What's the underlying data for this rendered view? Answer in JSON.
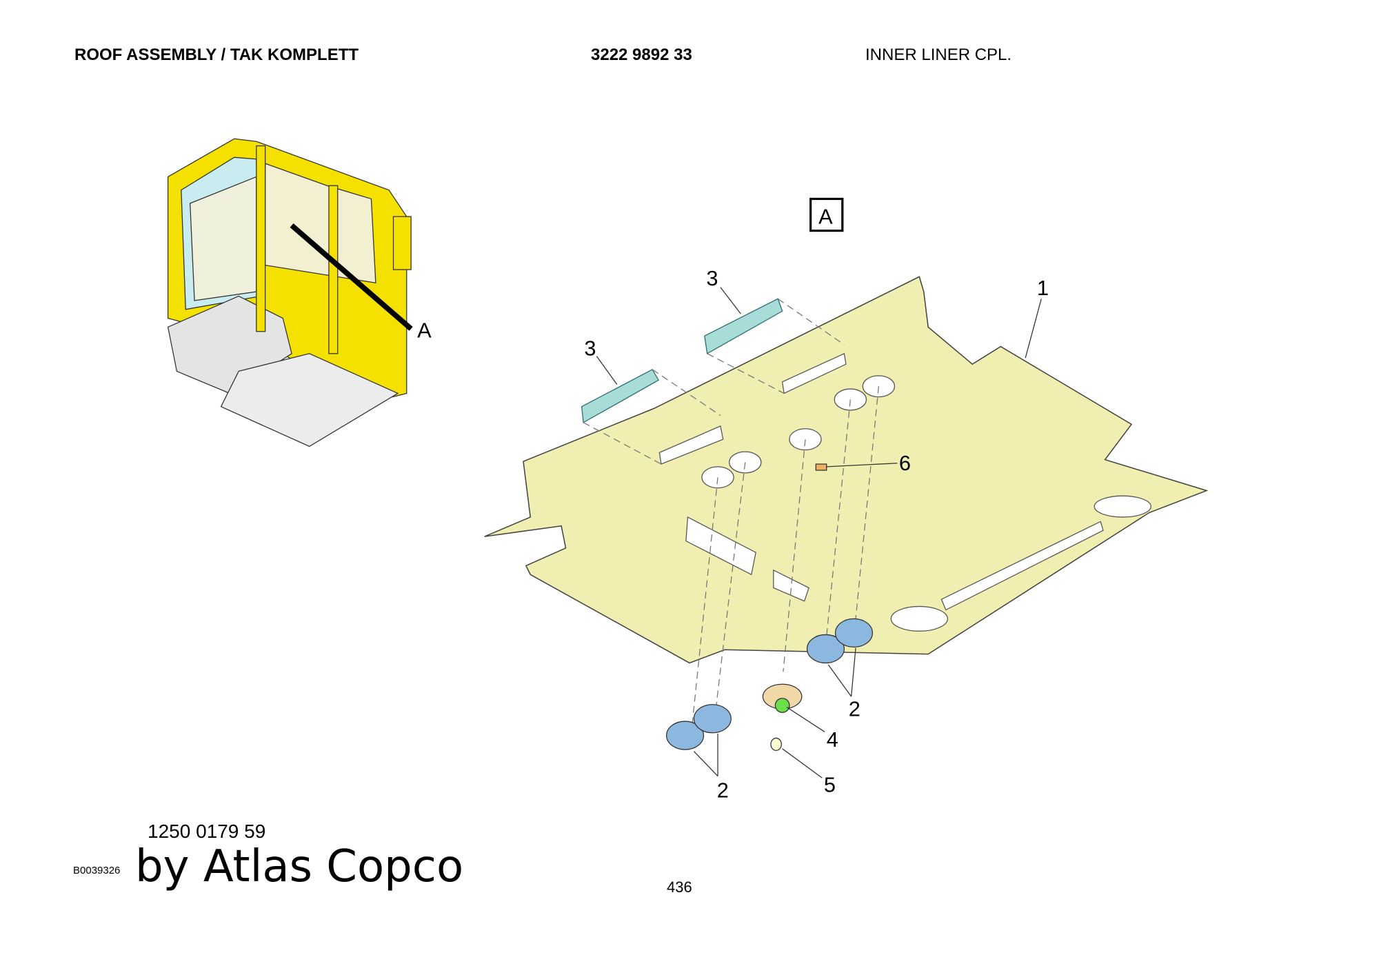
{
  "header": {
    "title": "ROOF ASSEMBLY / TAK KOMPLETT",
    "part_number": "3222 9892 33",
    "description": "INNER LINER CPL."
  },
  "drawing": {
    "view_label": "A",
    "detail_pointer": "A",
    "callouts": [
      "1",
      "2",
      "2",
      "3",
      "3",
      "4",
      "5",
      "6"
    ],
    "colors": {
      "cab": "#f5e100",
      "liner": "#f0eeb0",
      "grille": "#a8dcd8",
      "lamp": "#8cb8e0",
      "glass": "#c8ecf0"
    }
  },
  "footer": {
    "reference": "1250 0179 59",
    "code": "B0039326",
    "brand": "by Atlas Copco",
    "page": "436"
  }
}
